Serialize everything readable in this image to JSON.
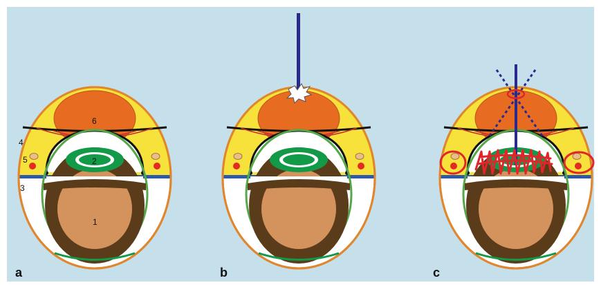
{
  "figure": {
    "colors": {
      "background": "#c5dfeb",
      "outline": "#e0872e",
      "yellow_region": "#f7e23b",
      "upper_mass": "#e86b22",
      "dark_ring": "#5a3b1a",
      "inner_core": "#d4925c",
      "membrane_green": "#55a84a",
      "green_structure": "#129a49",
      "blue_line": "#2d5aa8",
      "red_dot": "#e32b22",
      "tan_dot": "#e8bf8c",
      "probe": "#2a2a8c",
      "red_marking": "#e0262a"
    },
    "panels": [
      {
        "label": "a",
        "numbers": [
          "1",
          "2",
          "3",
          "4",
          "5",
          "6"
        ]
      },
      {
        "label": "b"
      },
      {
        "label": "c"
      }
    ]
  }
}
